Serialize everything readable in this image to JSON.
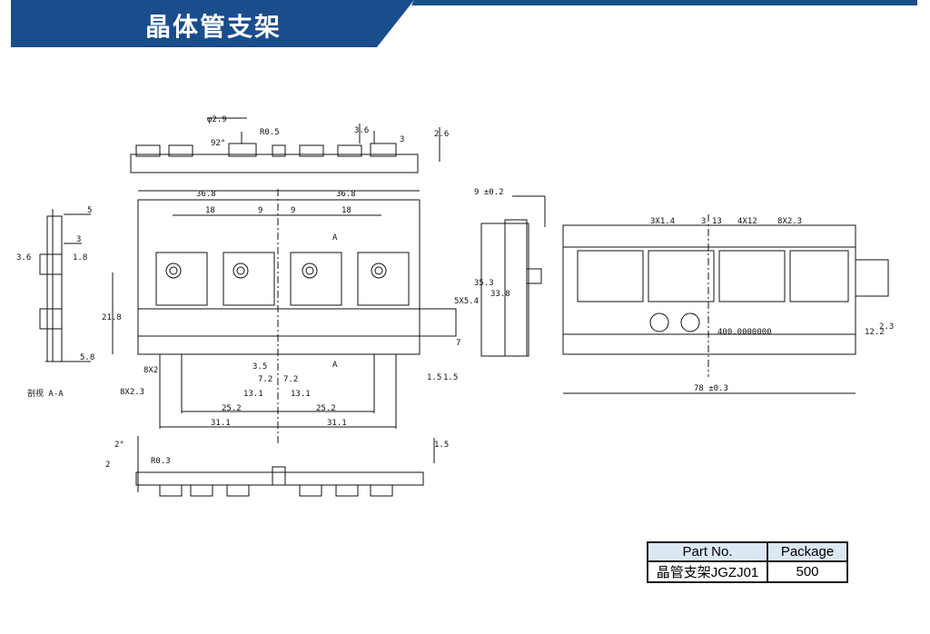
{
  "header": {
    "title": "晶体管支架",
    "bar_color": "#1a4d8c"
  },
  "drawing": {
    "section_label": "剖视 A-A",
    "top_view": [
      "φ2.9",
      "R0.5",
      "92°",
      "3.6",
      "3",
      "2.6"
    ],
    "front_view": [
      "36.8",
      "36.8",
      "18",
      "9",
      "9",
      "18",
      "A",
      "A",
      "21.8",
      "8X2",
      "8X2.3",
      "3.5",
      "7.2",
      "7.2",
      "13.1",
      "13.1",
      "25.2",
      "25.2",
      "31.1",
      "31.1",
      "35.3",
      "33.8",
      "5X5.4",
      "7",
      "1.5",
      "1.5"
    ],
    "side_view": [
      "5",
      "3",
      "3.6",
      "1.8",
      "5.8",
      "9 ±0.2"
    ],
    "right_view": [
      "3X1.4",
      "3",
      "13",
      "4X12",
      "8X2.3",
      "12.2",
      "2.3",
      "78 ±0.3",
      "400.0000000"
    ],
    "bottom_view": [
      "2°",
      "R0.3",
      "2",
      "1.5"
    ]
  },
  "table": {
    "headers": [
      "Part No.",
      "Package"
    ],
    "rows": [
      [
        "晶管支架JGZJ01",
        "500"
      ]
    ]
  }
}
